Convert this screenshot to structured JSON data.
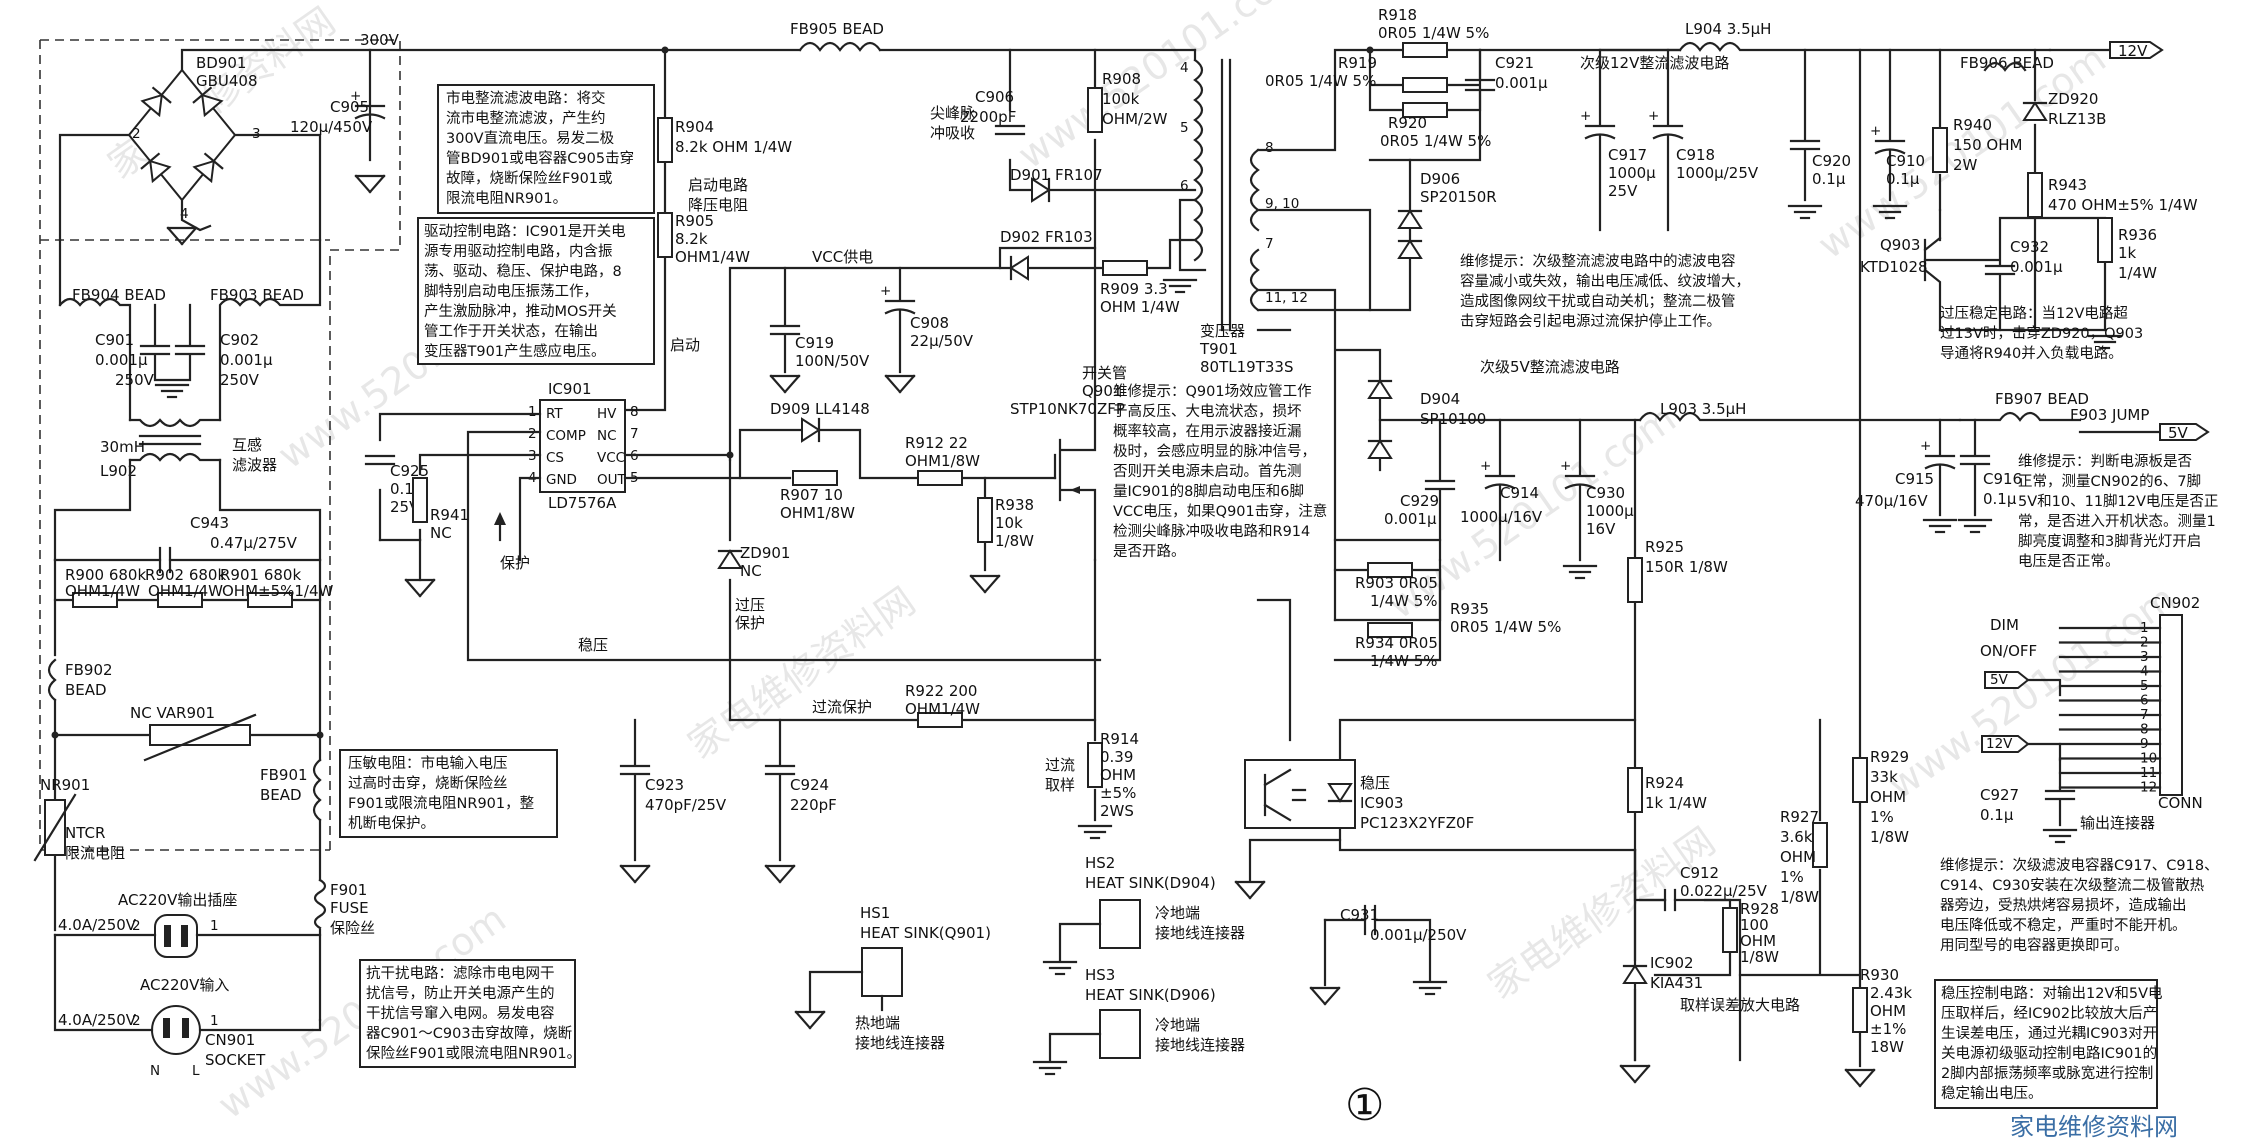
{
  "figure_number": "①",
  "watermarks": [
    "家电维修资料网",
    "www.520101.com"
  ],
  "watermark_corner": "家电维修资料网",
  "power": {
    "bd901": [
      "BD901",
      "GBU408"
    ],
    "v300": "300V",
    "c905": [
      "C905",
      "120μ/450V"
    ],
    "fb905": "FB905 BEAD",
    "r904": [
      "R904",
      "8.2k OHM 1/4W"
    ],
    "r905": [
      "R905",
      "8.2k",
      "OHM1/4W"
    ],
    "startup_label": [
      "启动电路",
      "降压电阻"
    ],
    "qidong": "启动",
    "c906": [
      "C906",
      "2200pF"
    ],
    "r908": [
      "R908",
      "100k",
      "OHM/2W"
    ],
    "spike_label": [
      "尖峰脉",
      "冲吸收"
    ],
    "d901": "D901 FR107",
    "d902": "D902 FR103",
    "vcc_label": "VCC供电",
    "r909": [
      "R909 3.3",
      "OHM 1/4W"
    ],
    "c919": [
      "C919",
      "100N/50V"
    ],
    "c908": [
      "C908",
      "22μ/50V"
    ],
    "transformer": [
      "变压器",
      "T901",
      "80TL19T33S"
    ],
    "t_pins": [
      "4",
      "5",
      "6",
      "8",
      "9, 10",
      "7",
      "11, 12"
    ],
    "ic901": [
      "IC901",
      "LD7576A"
    ],
    "ic_pins_left": [
      "RT",
      "COMP",
      "CS",
      "GND"
    ],
    "ic_pins_right": [
      "HV",
      "NC",
      "VCC",
      "OUT"
    ],
    "pin_nums": [
      "1",
      "2",
      "3",
      "4",
      "8",
      "7",
      "6",
      "5"
    ],
    "c925": [
      "C925",
      "0.1μ",
      "25V"
    ],
    "r941": [
      "R941",
      "NC"
    ],
    "d909": "D909 LL4148",
    "r907": [
      "R907  10",
      "OHM1/8W"
    ],
    "r912": [
      "R912  22",
      "OHM1/8W"
    ],
    "r938": [
      "R938",
      "10k",
      "1/8W"
    ],
    "zd901": [
      "ZD901",
      "NC"
    ],
    "q901": [
      "开关管",
      "Q901",
      "STP10NK70ZFP"
    ],
    "protect": "保护",
    "overvoltage": [
      "过压",
      "保护"
    ],
    "wenya": "稳压",
    "overcurrent": "过流保护",
    "r922": [
      "R922  200",
      "OHM1/4W"
    ],
    "c923": [
      "C923",
      "470pF/25V"
    ],
    "c924": [
      "C924",
      "220pF"
    ],
    "r914": [
      "R914",
      "0.39",
      "OHM",
      "±5%",
      "2WS"
    ],
    "current_sample": [
      "过流",
      "取样"
    ]
  },
  "input": {
    "c901": [
      "C901",
      "0.001μ",
      "250V"
    ],
    "c902": [
      "C902",
      "0.001μ",
      "250V"
    ],
    "fb904": "FB904 BEAD",
    "fb903": "FB903 BEAD",
    "l902": [
      "30mH",
      "L902"
    ],
    "huigan": [
      "互感",
      "滤波器"
    ],
    "c943": [
      "C943",
      "0.47μ/275V"
    ],
    "r900": [
      "R900  680k",
      "OHM1/4W"
    ],
    "r902": [
      "R902  680k",
      "OHM1/4W"
    ],
    "r901": [
      "R901  680k",
      "OHM±5%1/4W"
    ],
    "fb902": [
      "FB902",
      "BEAD"
    ],
    "var901": "NC VAR901",
    "nr901": [
      "NR901",
      "NTCR",
      "限流电阻"
    ],
    "fb901": [
      "FB901",
      "BEAD"
    ],
    "f901": [
      "F901",
      "FUSE",
      "保险丝"
    ],
    "ac_out": "AC220V输出插座",
    "ac_in": "AC220V输入",
    "cn901": [
      "CN901",
      "SOCKET"
    ],
    "fuse_rating": "4.0A/250V",
    "pin_labels": [
      "2",
      "1",
      "N",
      "L"
    ]
  },
  "secondary": {
    "r918": [
      "R918",
      "0R05 1/4W 5%"
    ],
    "r919": [
      "R919",
      "0R05 1/4W 5%"
    ],
    "r920": [
      "R920",
      "0R05 1/4W 5%"
    ],
    "c921": [
      "C921",
      "0.001μ"
    ],
    "f12_title": "次级12V整流滤波电路",
    "l904": "L904 3.5μH",
    "fb906": "FB906 BEAD",
    "out12": "12V",
    "d906": [
      "D906",
      "SP20150R"
    ],
    "c917": [
      "C917",
      "1000μ",
      "25V"
    ],
    "c918": [
      "C918",
      "1000μ/25V"
    ],
    "c920": [
      "C920",
      "0.1μ"
    ],
    "c910": [
      "C910",
      "0.1μ"
    ],
    "r940": [
      "R940",
      "150 OHM",
      "2W"
    ],
    "zd920": [
      "ZD920",
      "RLZ13B"
    ],
    "r943": [
      "R943",
      "470 OHM±5% 1/4W"
    ],
    "q903": [
      "Q903",
      "KTD1028"
    ],
    "c932": [
      "C932",
      "0.001μ"
    ],
    "r936": [
      "R936",
      "1k",
      "1/4W"
    ],
    "f5_title": "次级5V整流滤波电路",
    "d904": [
      "D904",
      "SP10100"
    ],
    "l903": "L903 3.5μH",
    "fb907": "FB907 BEAD",
    "f903": "F903 JUMP",
    "out5": "5V",
    "c929": [
      "C929",
      "0.001μ"
    ],
    "c914": [
      "C914",
      "1000μ/16V"
    ],
    "c930": [
      "C930",
      "1000μ",
      "16V"
    ],
    "c915": [
      "C915",
      "470μ/16V"
    ],
    "c916": [
      "C916",
      "0.1μ"
    ],
    "r903": [
      "R903  0R05",
      "1/4W 5%"
    ],
    "r934": [
      "R934  0R05",
      "1/4W 5%"
    ],
    "r935": [
      "R935",
      "0R05 1/4W 5%"
    ],
    "r925": [
      "R925",
      "150R 1/8W"
    ],
    "ic903": [
      "稳压",
      "IC903",
      "PC123X2YFZ0F"
    ],
    "r924": [
      "R924",
      "1k 1/4W"
    ],
    "c912": [
      "C912",
      "0.022μ/25V"
    ],
    "r928": [
      "R928",
      "100",
      "OHM",
      "1/8W"
    ],
    "ic902": [
      "IC902",
      "KIA431"
    ],
    "r927": [
      "R927",
      "3.6k",
      "OHM",
      "1%",
      "1/8W"
    ],
    "r929": [
      "R929",
      "33k",
      "OHM",
      "1%",
      "1/8W"
    ],
    "r930": [
      "R930",
      "2.43k",
      "OHM",
      "±1%",
      "18W"
    ],
    "err_amp": "取样误差放大电路",
    "cn902": [
      "CN902",
      "CONN",
      "输出连接器"
    ],
    "cn_signals": [
      "DIM",
      "ON/OFF",
      "5V",
      "12V"
    ],
    "cn_pins": [
      "1",
      "2",
      "3",
      "4",
      "5",
      "6",
      "7",
      "8",
      "9",
      "10",
      "11",
      "12"
    ],
    "c927": [
      "C927",
      "0.1μ"
    ],
    "c931": [
      "C931",
      "0.001μ/250V"
    ],
    "hs1": [
      "HS1",
      "HEAT SINK(Q901)",
      "热地端",
      "接地线连接器"
    ],
    "hs2": [
      "HS2",
      "HEAT SINK(D904)",
      "冷地端",
      "接地线连接器"
    ],
    "hs3": [
      "HS3",
      "HEAT SINK(D906)",
      "冷地端",
      "接地线连接器"
    ]
  },
  "notes": {
    "rectifier": [
      "市电整流滤波电路：将交",
      "流市电整流滤波，产生约",
      "300V直流电压。易发二极",
      "管BD901或电容器C905击穿",
      "故障，烧断保险丝F901或",
      "限流电阻NR901。"
    ],
    "drive": [
      "驱动控制电路：IC901是开关电",
      "源专用驱动控制电路，内含振",
      "荡、驱动、稳压、保护电路，8",
      "脚特别启动电压振荡工作，",
      "产生激励脉冲，推动MOS开关",
      "管工作于开关状态，在输出",
      "变压器T901产生感应电压。"
    ],
    "mosfet": [
      "维修提示：Q901场效应管工作",
      "于高反压、大电流状态，损坏",
      "概率较高，在用示波器接近漏",
      "极时，会感应明显的脉冲信号，",
      "否则开关电源未启动。首先测",
      "量IC901的8脚启动电压和6脚",
      "VCC电压，如果Q901击穿，注意",
      "检测尖峰脉冲吸收电路和R914",
      "是否开路。"
    ],
    "varistor": [
      "压敏电阻：市电输入电压",
      "过高时击穿，烧断保险丝",
      "F901或限流电阻NR901，整",
      "机断电保护。"
    ],
    "emi": [
      "抗干扰电路：滤除市电电网干",
      "扰信号，防止开关电源产生的",
      "干扰信号窜入电网。易发电容",
      "器C901～C903击穿故障，烧断",
      "保险丝F901或限流电阻NR901。"
    ],
    "filter12": [
      "维修提示：次级整流滤波电路中的滤波电容",
      "容量减小或失效，输出电压减低、纹波增大，",
      "造成图像网纹干扰或自动关机；整流二极管",
      "击穿短路会引起电源过流保护停止工作。"
    ],
    "ovp": [
      "过压稳定电路：当12V电路超",
      "过13V时，击穿ZD920，Q903",
      "导通将R940并入负载电路。"
    ],
    "connector": [
      "维修提示：判断电源板是否",
      "正常，测量CN902的6、7脚",
      "5V和10、11脚12V电压是否正",
      "常，是否进入开机状态。测量1",
      "脚亮度调整和3脚背光灯开启",
      "电压是否正常。"
    ],
    "capacitors": [
      "维修提示：次级滤波电容器C917、C918、",
      "C914、C930安装在次级整流二极管散热",
      "器旁边，受热烘烤容易损坏，造成输出",
      "电压降低或不稳定，严重时不能开机。",
      "用同型号的电容器更换即可。"
    ],
    "regulation": [
      "稳压控制电路：对输出12V和5V电",
      "压取样后，经IC902比较放大后产",
      "生误差电压，通过光耦IC903对开",
      "关电源初级驱动控制电路IC901的",
      "2脚内部振荡频率或脉宽进行控制",
      "稳定输出电压。"
    ]
  }
}
